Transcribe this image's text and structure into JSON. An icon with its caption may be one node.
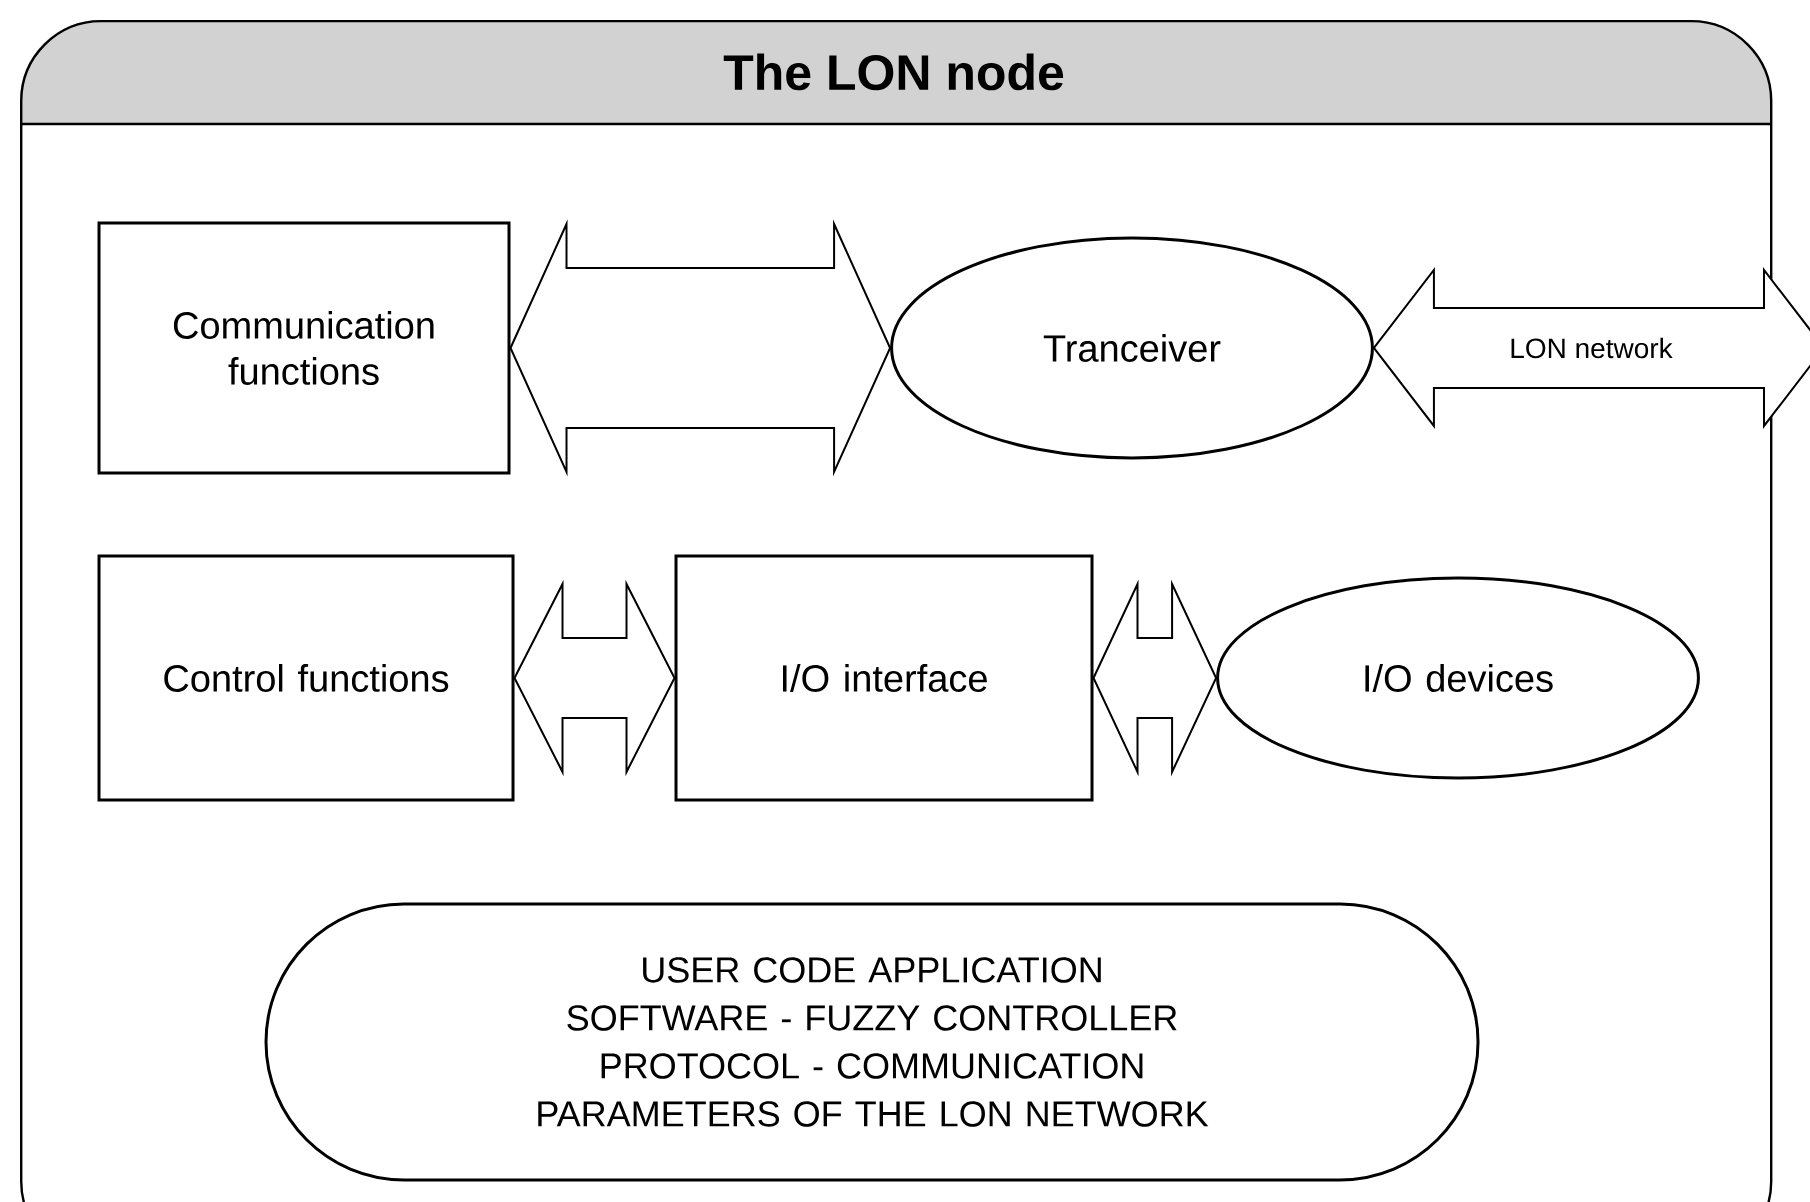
{
  "diagram": {
    "nodes": [
      {
        "text": [
          "The LON node"
        ]
      },
      {
        "text": [
          "Communication functions"
        ],
        "in": 0
      },
      {
        "text": [
          "Tranceiver"
        ],
        "in": 0
      },
      {
        "text": [
          "Control functions"
        ],
        "in": 0
      },
      {
        "text": [
          "I/O interface"
        ],
        "in": 0
      },
      {
        "text": [
          "I/O devices"
        ],
        "in": 0
      },
      {
        "text": [
          "USER CODE APPLICATION SOFTWARE - FUZZY CONTROLLER PROTOCOL - COMMUNICATION PARAMETERS OF THE LON NETWORK"
        ],
        "in": 0
      }
    ],
    "edges": [
      {
        "from": 1,
        "to": 2,
        "arrow": "both"
      },
      {
        "from": 2,
        "to": null,
        "arrow": "both",
        "label": "LON network"
      },
      {
        "from": 3,
        "to": 4,
        "arrow": "both"
      },
      {
        "from": 4,
        "to": 5,
        "arrow": "both"
      }
    ]
  }
}
